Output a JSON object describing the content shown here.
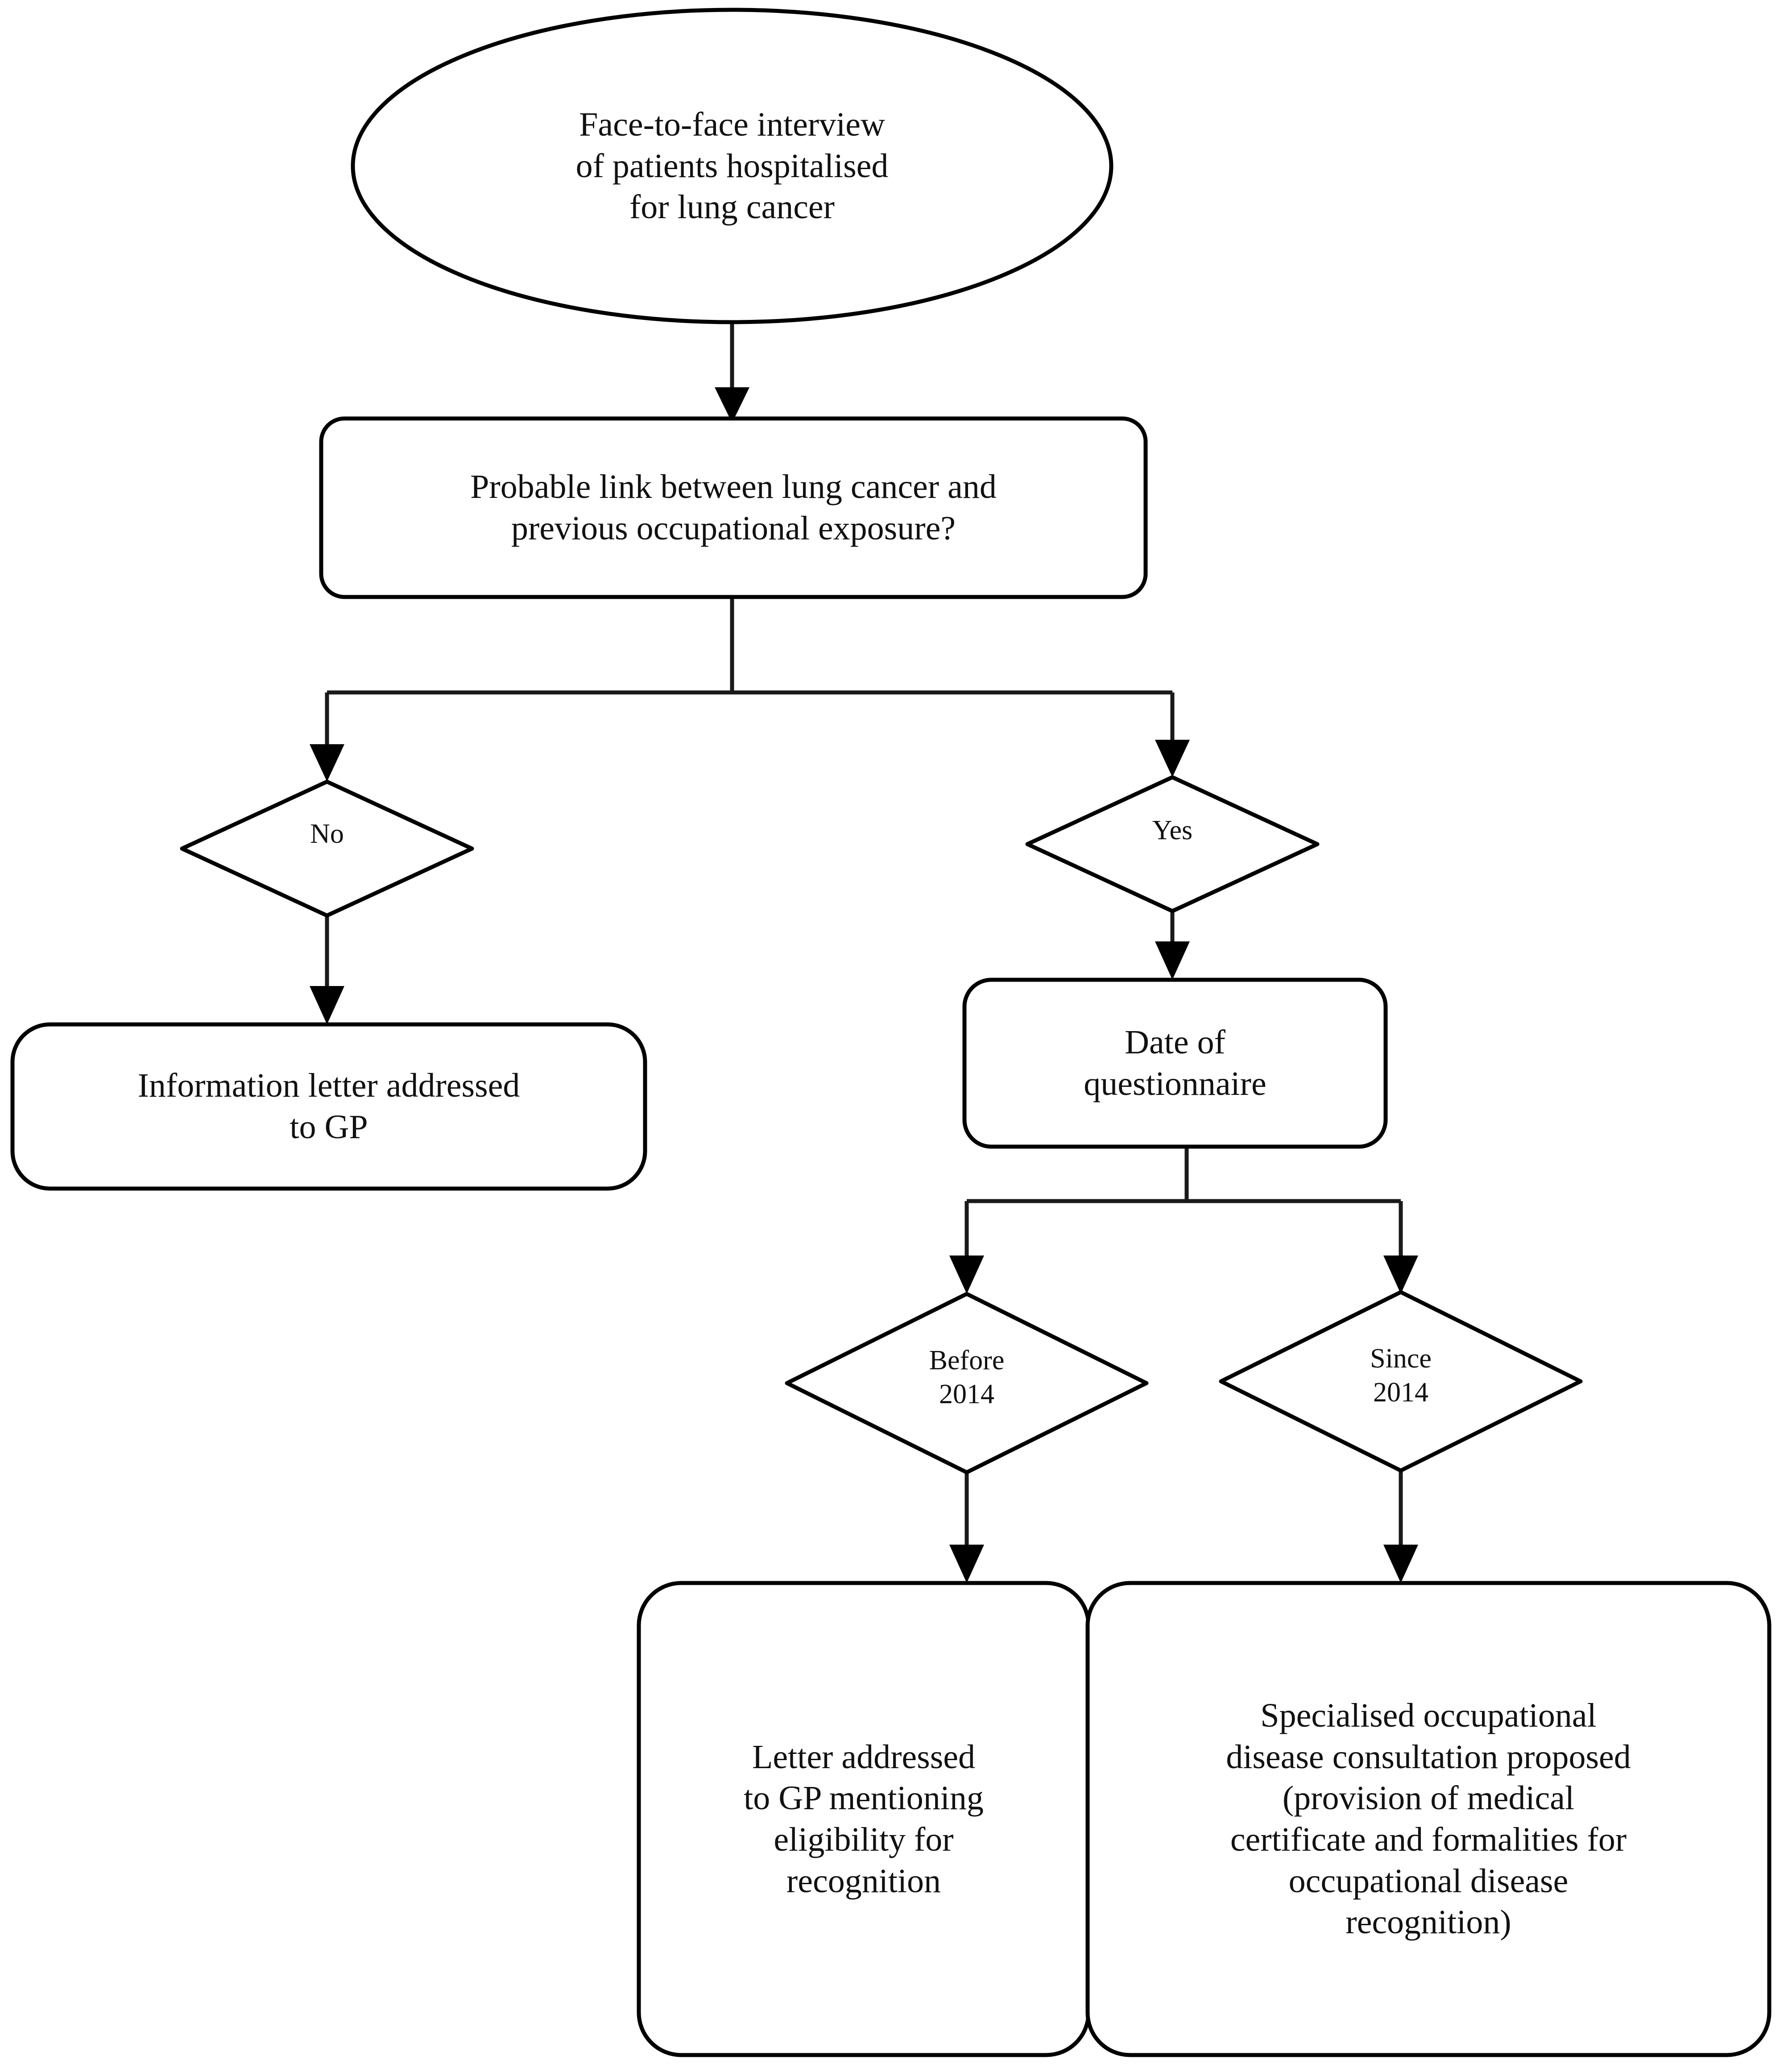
{
  "diagram": {
    "title": "Patient occupational lung cancer management flowchart",
    "type": "flowchart",
    "background_color": "#ffffff",
    "line_color": "#000000",
    "text_color": "#111111"
  },
  "nodes": {
    "start_interview": {
      "shape": "ellipse",
      "text": "Face-to-face interview\nof patients hospitalised\nfor lung cancer"
    },
    "probable_link": {
      "shape": "rounded-rectangle",
      "text": "Probable link between lung cancer and\nprevious occupational exposure?"
    },
    "answer_no": {
      "shape": "diamond",
      "text": "No"
    },
    "answer_yes": {
      "shape": "diamond",
      "text": "Yes"
    },
    "info_letter_gp": {
      "shape": "rounded-rectangle",
      "text": "Information letter addressed\nto GP"
    },
    "date_questionnaire": {
      "shape": "rounded-rectangle",
      "text": "Date of\nquestionnaire"
    },
    "before_2014": {
      "shape": "diamond",
      "text": "Before\n2014"
    },
    "since_2014": {
      "shape": "diamond",
      "text": "Since\n2014"
    },
    "letter_eligibility": {
      "shape": "rounded-rectangle",
      "text": "Letter addressed\nto GP mentioning\neligibility for\nrecognition"
    },
    "specialised_consultation": {
      "shape": "rounded-rectangle",
      "text": "Specialised occupational\ndisease consultation proposed\n(provision of medical\ncertificate and formalities for\noccupational disease\nrecognition)"
    }
  },
  "edges": [
    {
      "from": "start_interview",
      "to": "probable_link",
      "label": ""
    },
    {
      "from": "probable_link",
      "to": "answer_no",
      "label": ""
    },
    {
      "from": "probable_link",
      "to": "answer_yes",
      "label": ""
    },
    {
      "from": "answer_no",
      "to": "info_letter_gp",
      "label": ""
    },
    {
      "from": "answer_yes",
      "to": "date_questionnaire",
      "label": ""
    },
    {
      "from": "date_questionnaire",
      "to": "before_2014",
      "label": ""
    },
    {
      "from": "date_questionnaire",
      "to": "since_2014",
      "label": ""
    },
    {
      "from": "before_2014",
      "to": "letter_eligibility",
      "label": ""
    },
    {
      "from": "since_2014",
      "to": "specialised_consultation",
      "label": ""
    }
  ]
}
